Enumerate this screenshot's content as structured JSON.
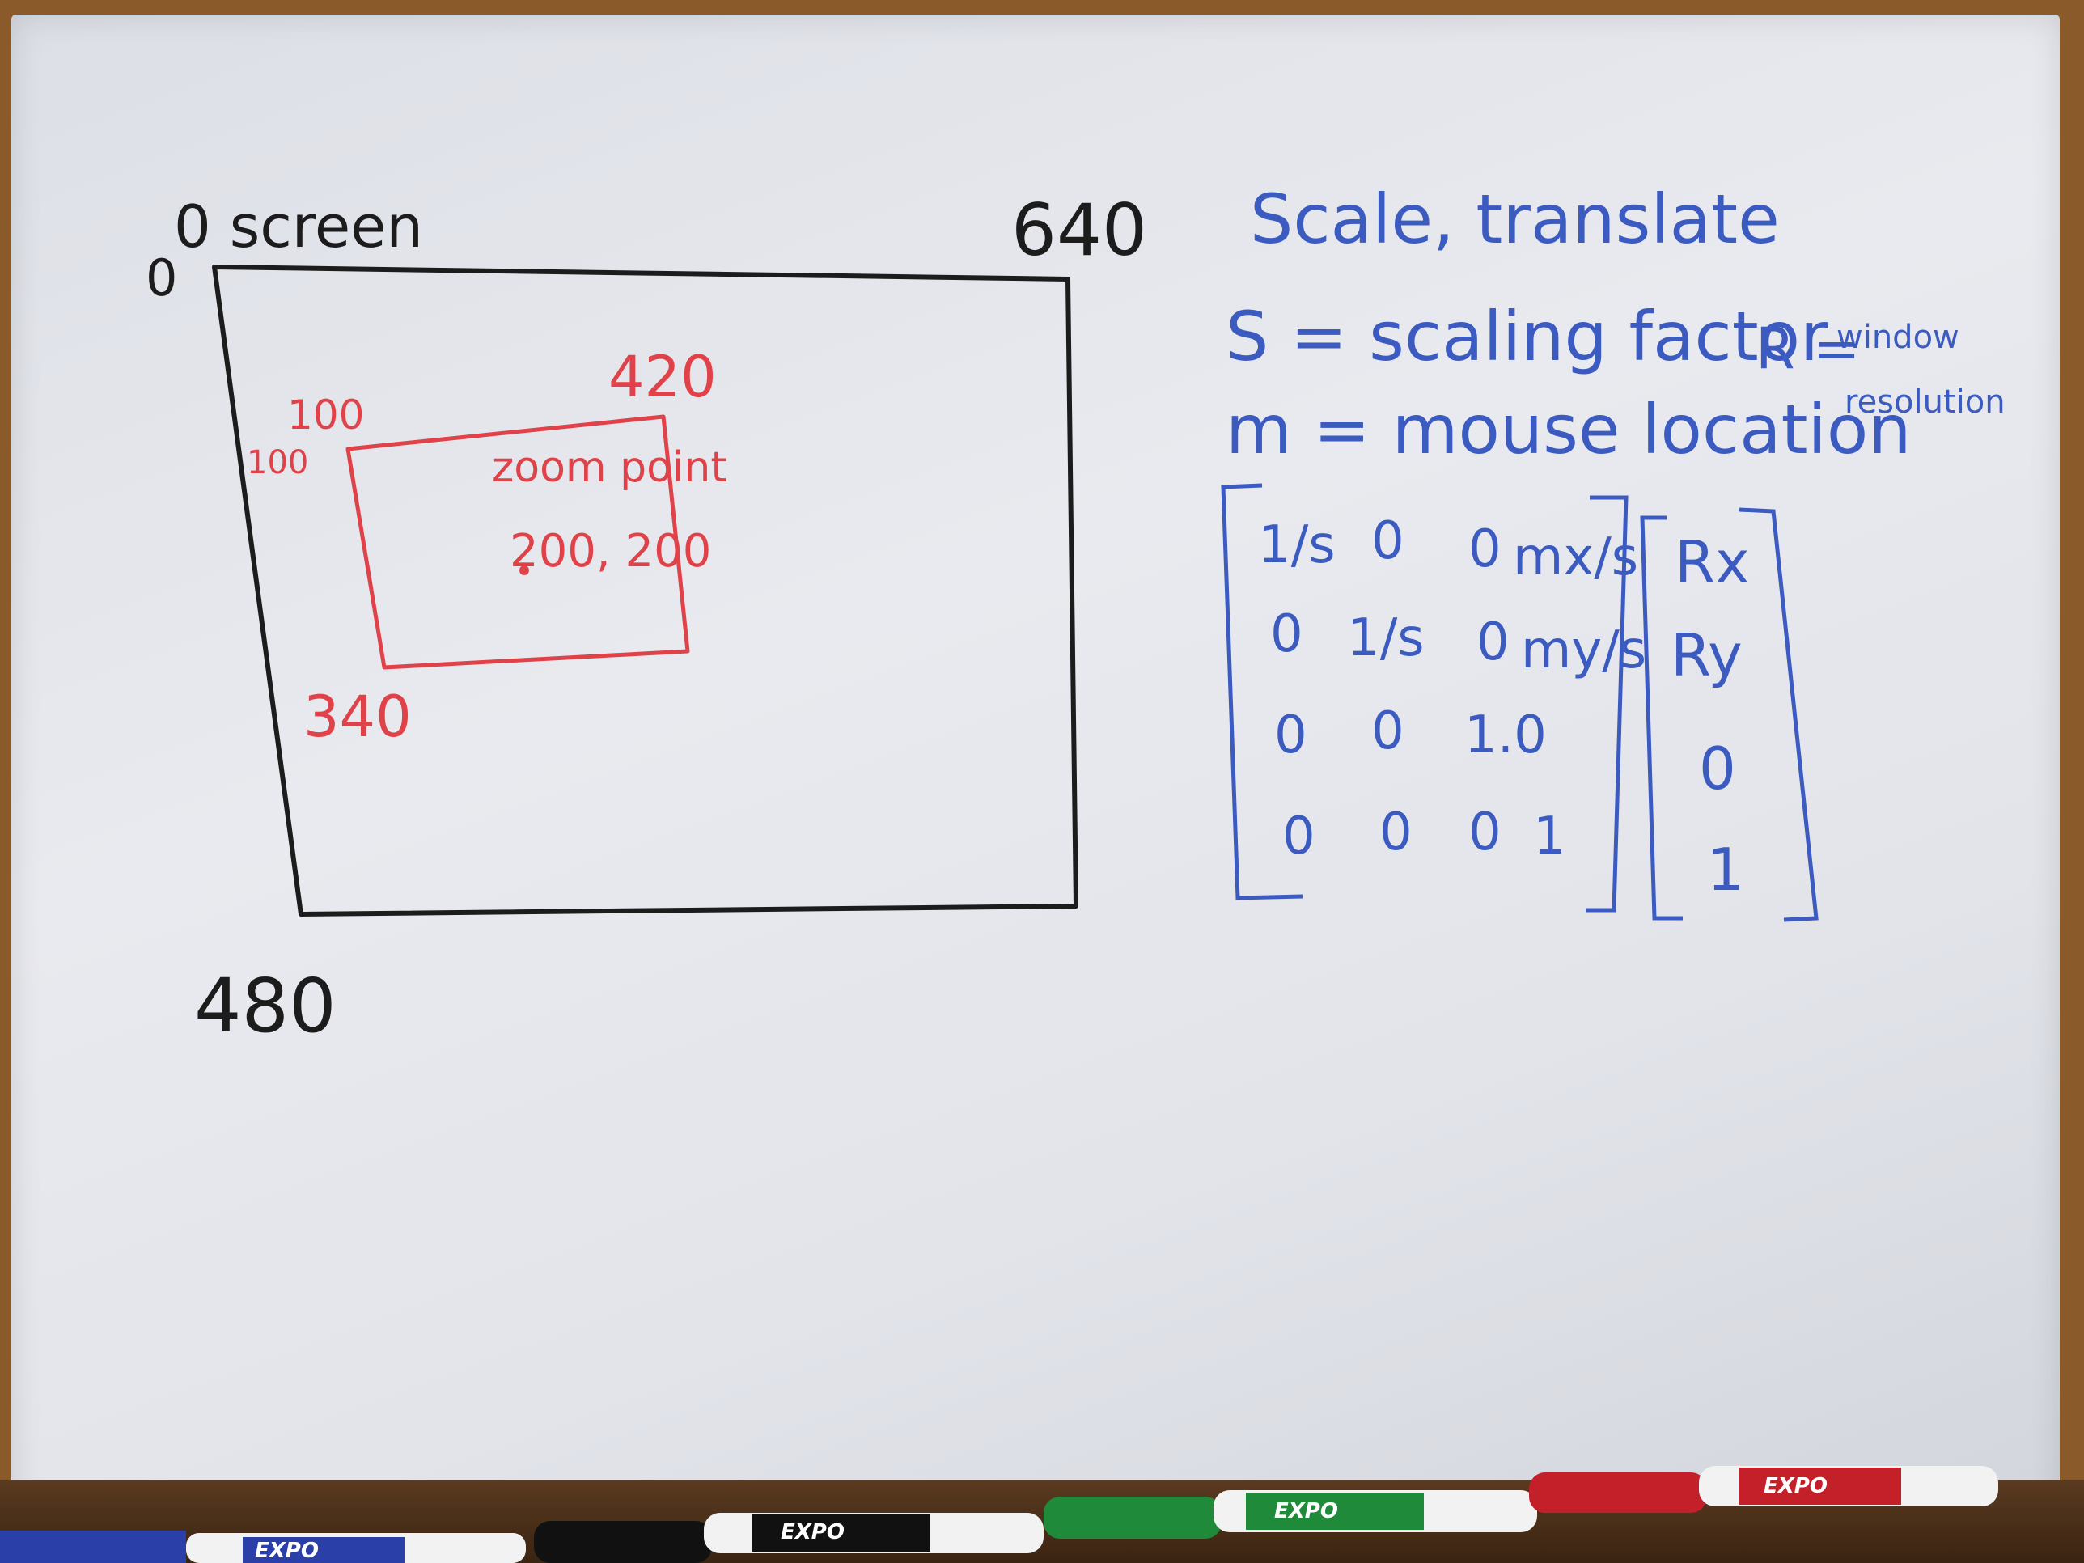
{
  "colors": {
    "black_ink": "#1c1c1c",
    "red_ink": "#e0424a",
    "blue_ink": "#3c5bc0",
    "board": "#e6e7ec"
  },
  "screen_diagram": {
    "origin_label": "0",
    "screen_label": "0 screen",
    "width_label": "640",
    "height_label": "480",
    "zoom_rect": {
      "top_left_x": "100",
      "top_left_y": "100",
      "right_label": "420",
      "bottom_label": "340",
      "zoom_point_label": "zoom point",
      "zoom_point_coords": "200, 200"
    }
  },
  "notes": {
    "heading": "Scale, translate",
    "scale_def": "S = scaling factor",
    "resolution_def_lhs": "R =",
    "resolution_def_rhs_line1": "window",
    "resolution_def_rhs_line2": "resolution",
    "mouse_def": "m = mouse location"
  },
  "matrix": {
    "rows": [
      [
        "1/s",
        "0",
        "0",
        "mx/s"
      ],
      [
        "0",
        "1/s",
        "0",
        "my/s"
      ],
      [
        "0",
        "0",
        "1.0",
        ""
      ],
      [
        "0",
        "0",
        "0",
        "1"
      ]
    ]
  },
  "vector": {
    "entries": [
      "Rx",
      "Ry",
      "0",
      "1"
    ]
  },
  "markers": [
    {
      "brand": "EXPO",
      "color": "#2a3fa8"
    },
    {
      "brand": "EXPO",
      "color": "#111111"
    },
    {
      "brand": "EXPO",
      "color": "#1f8a3a"
    },
    {
      "brand": "EXPO",
      "color": "#c4202a"
    }
  ]
}
